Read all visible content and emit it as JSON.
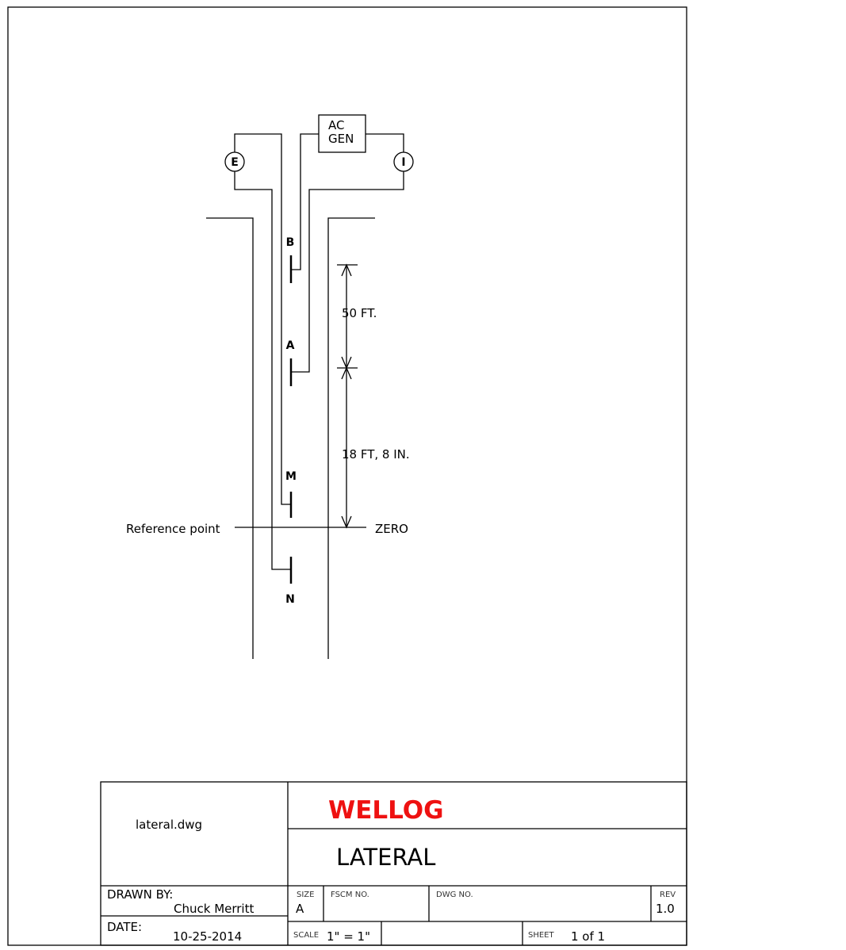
{
  "diagram": {
    "generator_label": [
      "AC",
      "GEN"
    ],
    "meter_e": "E",
    "meter_i": "I",
    "electrodes": [
      "B",
      "A",
      "M",
      "N"
    ],
    "dimension_upper": "50 FT.",
    "dimension_lower": "18 FT, 8 IN.",
    "reference_label": "Reference point",
    "zero_label": "ZERO"
  },
  "title_block": {
    "filename": "lateral.dwg",
    "company": "WELLOG",
    "company_color": "#ee1111",
    "title": "LATERAL",
    "drawn_by_label": "DRAWN BY:",
    "drawn_by": "Chuck Merritt",
    "date_label": "DATE:",
    "date": "10-25-2014",
    "size_label": "SIZE",
    "size": "A",
    "fscm_label": "FSCM  NO.",
    "dwg_label": "DWG  NO.",
    "rev_label": "REV",
    "rev": "1.0",
    "scale_label": "SCALE",
    "scale": "1\" = 1\"",
    "sheet_label": "SHEET",
    "sheet": "1 of 1"
  }
}
